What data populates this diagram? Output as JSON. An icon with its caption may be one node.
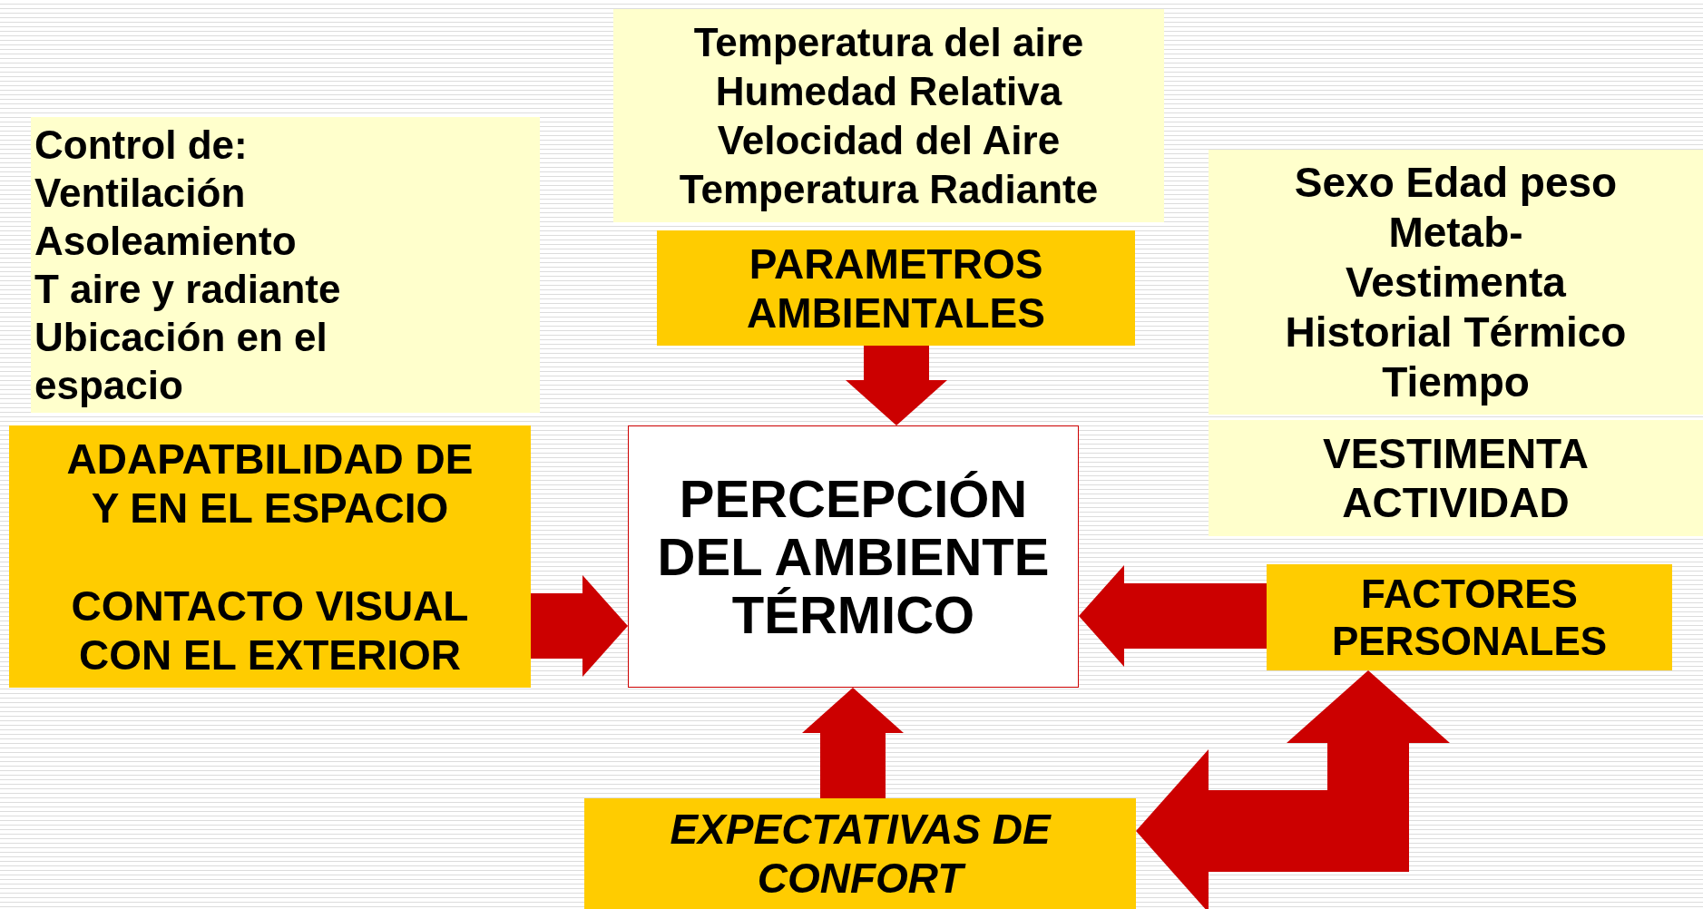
{
  "diagram": {
    "nodes": [
      {
        "text": [
          "Control de:",
          "Ventilación",
          "Asoleamiento",
          "T aire y radiante",
          "Ubicación en el espacio"
        ]
      },
      {
        "text": [
          "Temperatura del aire",
          "Humedad Relativa",
          "Velocidad del Aire",
          "Temperatura Radiante"
        ]
      },
      {
        "text": [
          "PARAMETROS AMBIENTALES"
        ]
      },
      {
        "text": [
          "Sexo Edad peso",
          "Metab- Vestimenta",
          "Historial Térmico",
          "Tiempo"
        ]
      },
      {
        "text": [
          "ADAPATBILIDAD DE Y EN EL ESPACIO",
          "CONTACTO VISUAL CON EL EXTERIOR"
        ]
      },
      {
        "text": [
          "PERCEPCIÓN DEL AMBIENTE TÉRMICO"
        ]
      },
      {
        "text": [
          "VESTIMENTA ACTIVIDAD"
        ]
      },
      {
        "text": [
          "FACTORES PERSONALES"
        ]
      },
      {
        "text": [
          "EXPECTATIVAS DE CONFORT"
        ]
      }
    ],
    "edges": [
      {
        "from": 2,
        "to": 5,
        "arrow": "to"
      },
      {
        "from": 4,
        "to": 5,
        "arrow": "to"
      },
      {
        "from": 7,
        "to": 5,
        "arrow": "to"
      },
      {
        "from": 8,
        "to": 5,
        "arrow": "to"
      },
      {
        "from": 7,
        "to": 8,
        "arrow": "both"
      }
    ]
  }
}
